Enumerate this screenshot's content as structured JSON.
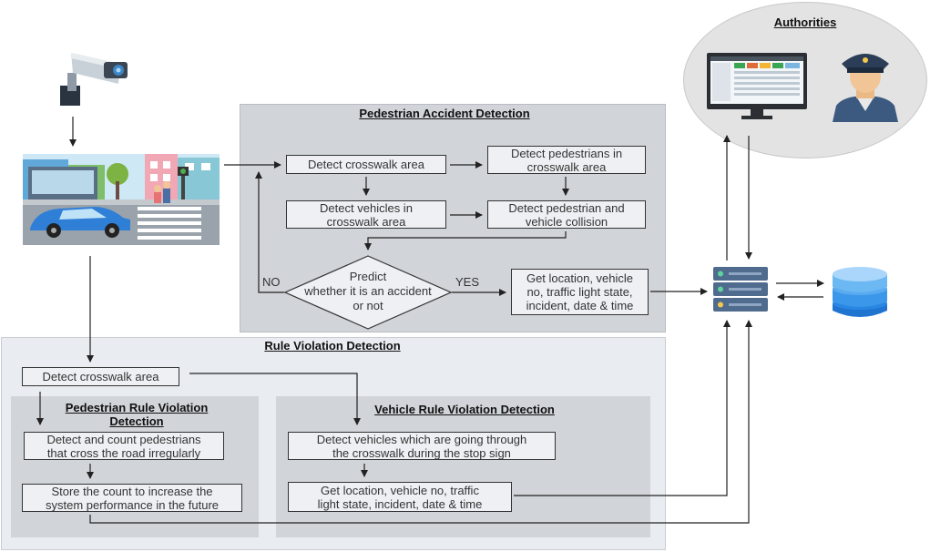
{
  "authorities": {
    "title": "Authorities"
  },
  "pedestrian_accident": {
    "title": "Pedestrian Accident Detection",
    "detect_crosswalk": "Detect crosswalk area",
    "detect_pedestrians": "Detect pedestrians in\ncrosswalk area",
    "detect_vehicles": "Detect vehicles in\ncrosswalk area",
    "detect_collision": "Detect pedestrian and\nvehicle collision",
    "predict": "Predict\nwhether it is an accident\nor not",
    "no_label": "NO",
    "yes_label": "YES",
    "get_location": "Get location, vehicle\nno, traffic light state,\nincident, date & time"
  },
  "rule_violation": {
    "title": "Rule Violation Detection",
    "detect_crosswalk": "Detect crosswalk area",
    "pedestrian": {
      "title": "Pedestrian Rule Violation\nDetection",
      "detect_count": "Detect and count pedestrians\nthat cross the road irregularly",
      "store_count": "Store the count to increase the\nsystem performance in the future"
    },
    "vehicle": {
      "title": "Vehicle Rule Violation Detection",
      "detect_vehicles": "Detect vehicles which are going through\nthe crosswalk during the stop sign",
      "get_location": "Get location, vehicle no, traffic\nlight state, incident, date & time"
    }
  }
}
